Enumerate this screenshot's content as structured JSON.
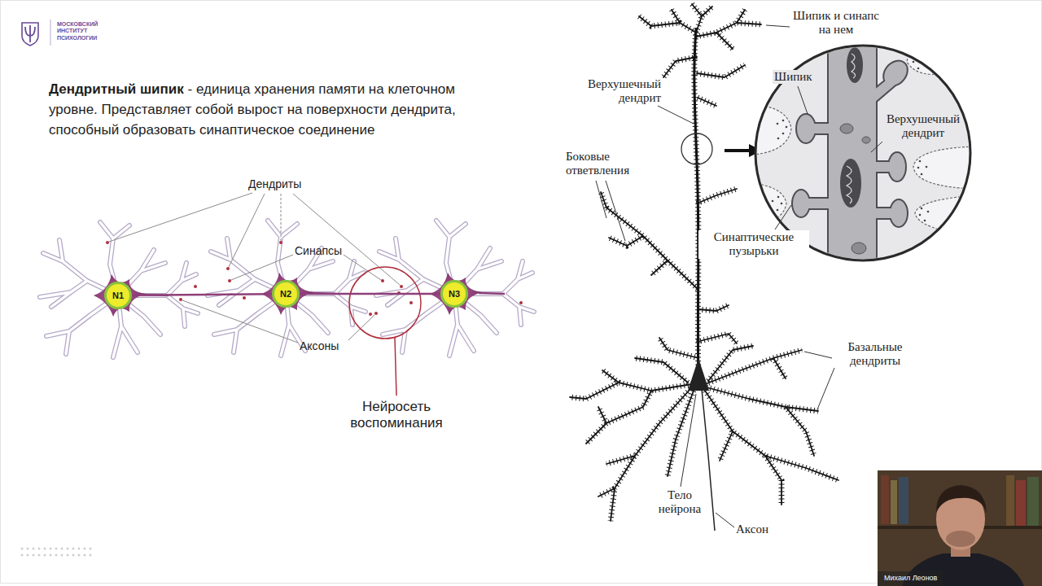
{
  "diagram": {
    "title": "Дендритный шипик",
    "nodes": [
      {
        "text": [
          "N1"
        ]
      },
      {
        "text": [
          "N2"
        ]
      },
      {
        "text": [
          "N3"
        ]
      }
    ],
    "edges": [
      {
        "from": 0,
        "to": 1,
        "arrow": "none"
      },
      {
        "from": 1,
        "to": 2,
        "arrow": "none"
      }
    ],
    "labels": [
      "МОСКОВСКИЙ ИНСТИТУТ ПСИХОЛОГИИ",
      "- единица хранения памяти на клеточном уровне. Представляет собой вырост на поверхности дендрита, способный образовать синаптическое соединение",
      "Дендриты",
      "Синапсы",
      "Аксоны",
      "Нейросеть воспоминания",
      "Шипик и синапс на нем",
      "Верхушечный дендрит",
      "Боковые ответвления",
      "Шипик",
      "Верхушечный дендрит",
      "Синаптические пузырьки",
      "Базальные дендриты",
      "Тело нейрона",
      "Аксон",
      "Михаил Леонов"
    ]
  }
}
